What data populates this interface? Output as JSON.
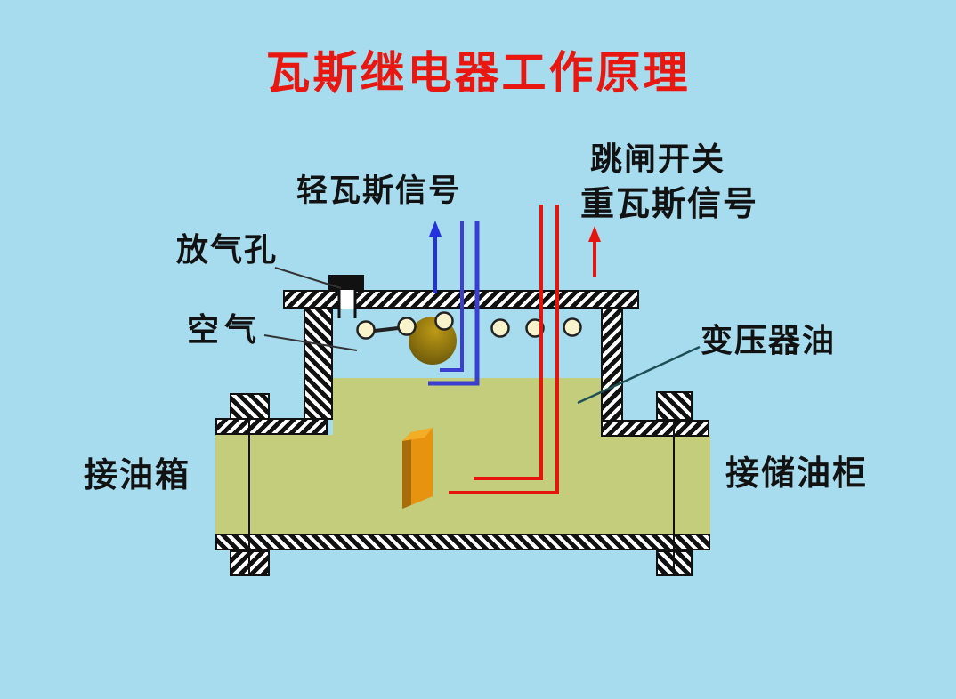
{
  "title": {
    "text": "瓦斯继电器工作原理",
    "color": "#e8170f"
  },
  "labels": {
    "light_gas_signal": "轻瓦斯信号",
    "trip_switch": "跳闸开关",
    "heavy_gas_signal": "重瓦斯信号",
    "air_release_hole": "放气孔",
    "air": "空气",
    "transformer_oil": "变压器油",
    "to_oil_tank": "接油箱",
    "to_oil_conservator": "接储油柜"
  },
  "diagram": {
    "type": "schematic",
    "subject": "Buchholz (gas) relay working principle",
    "colors": {
      "background": "#a6dcee",
      "oil": "#c3cd7c",
      "wall_stripe": "#111111",
      "light_gas_circuit": "#3a3fd0",
      "heavy_gas_circuit": "#e5140c",
      "float_ball": "#8a700e",
      "baffle_plate": "#e8930f",
      "bubble_fill": "#f8f3cb",
      "title_red": "#e8170f"
    },
    "elements": [
      "hatched relay housing with top wall, side walls, pipe flanges and bottom pipe wall",
      "air release valve (vent) on top wall",
      "float ball with pivot lever and six gas bubbles",
      "two blue L-shaped contacts with upward blue arrow (light gas signal)",
      "two red L-shaped contacts with upward red arrow (heavy gas / trip signal)",
      "orange baffle plate in oil flow channel",
      "oil channel connecting oil tank (left) to conservator (right)"
    ],
    "bubble_count": 6
  }
}
